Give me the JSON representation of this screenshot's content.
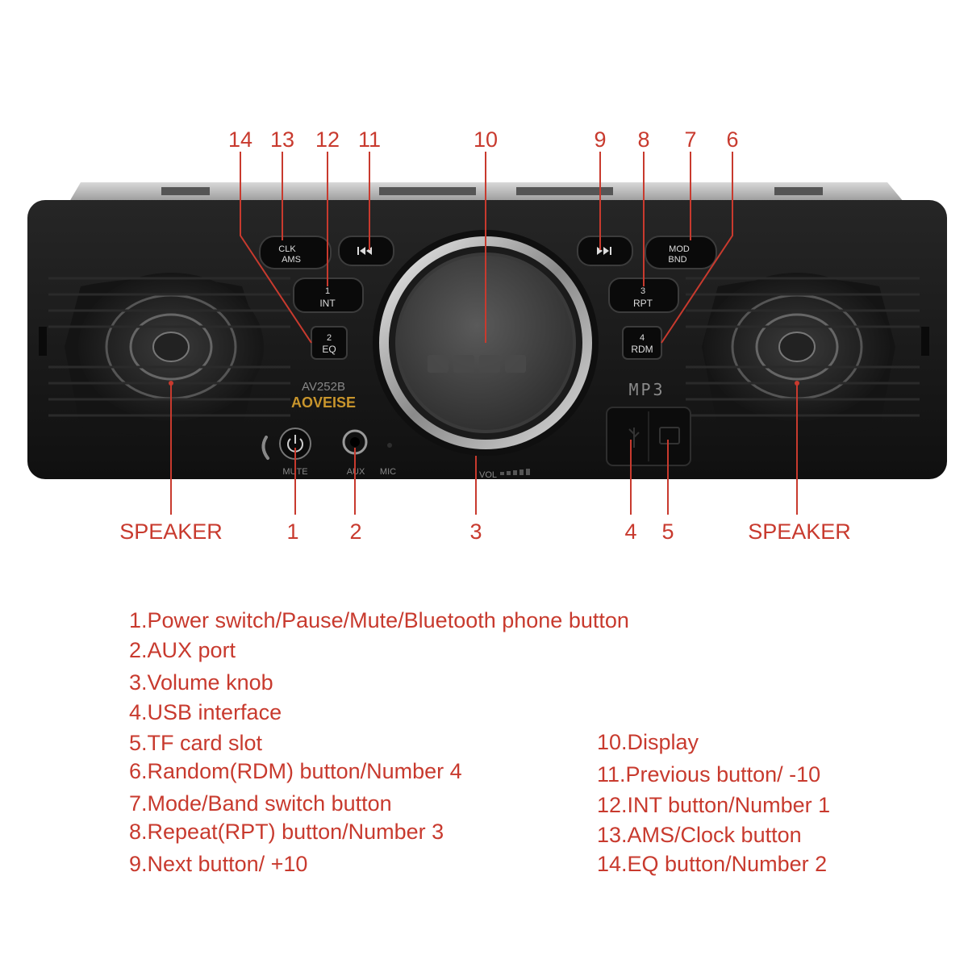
{
  "device": {
    "model": "AV252B",
    "brand": "AOVEISE",
    "mp3_logo": "MP3",
    "buttons": {
      "clk_ams": [
        "CLK",
        "AMS"
      ],
      "prev_icon": "previous-track-icon",
      "int": [
        "1",
        "INT"
      ],
      "eq": [
        "2",
        "EQ"
      ],
      "next_icon": "next-track-icon",
      "mod_bnd": [
        "MOD",
        "BND"
      ],
      "rpt": [
        "3",
        "RPT"
      ],
      "rdm": [
        "4",
        "RDM"
      ]
    },
    "labels": {
      "mute": "MUTE",
      "aux": "AUX",
      "mic": "MIC",
      "vol": "VOL"
    }
  },
  "callouts": {
    "top": [
      "14",
      "13",
      "12",
      "11",
      "10",
      "9",
      "8",
      "7",
      "6"
    ],
    "bottom": [
      "SPEAKER",
      "1",
      "2",
      "3",
      "4",
      "5",
      "SPEAKER"
    ]
  },
  "legend": {
    "left": [
      "1.Power switch/Pause/Mute/Bluetooth phone button",
      "2.AUX port",
      "3.Volume knob",
      "4.USB interface",
      "5.TF card slot",
      "6.Random(RDM) button/Number 4",
      "7.Mode/Band switch button",
      "8.Repeat(RPT) button/Number 3",
      "9.Next button/ +10"
    ],
    "right": [
      "10.Display",
      "11.Previous button/ -10",
      "12.INT button/Number 1",
      "13.AMS/Clock button",
      "14.EQ button/Number 2"
    ]
  },
  "colors": {
    "callout": "#c83a2e",
    "panel": "#1a1a1a",
    "button_text": "#dddddd"
  }
}
